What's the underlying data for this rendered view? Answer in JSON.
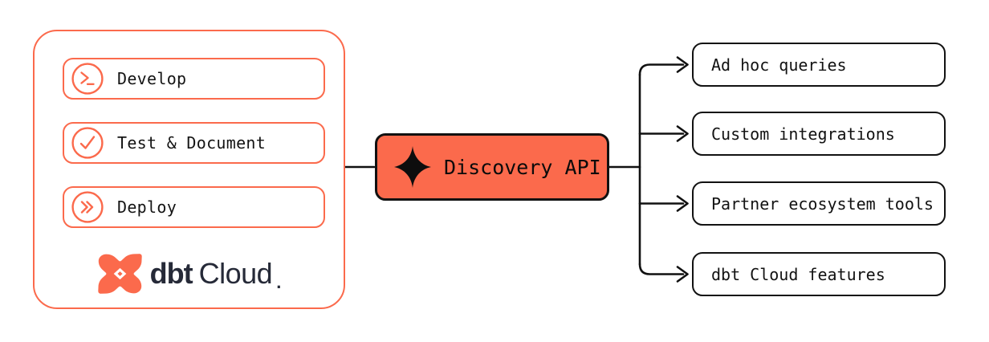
{
  "colors": {
    "coral": "#FB6A4C",
    "line_black": "#111111",
    "text_black": "#121212",
    "logo_navy": "#262A38",
    "background": "#FFFFFF"
  },
  "dbt_cloud_panel": {
    "stages": [
      {
        "label": "Develop",
        "icon": "terminal-prompt-icon"
      },
      {
        "label": "Test & Document",
        "icon": "check-circle-icon"
      },
      {
        "label": "Deploy",
        "icon": "double-chevron-icon"
      }
    ],
    "logo": {
      "text_bold": "dbt",
      "text_regular": "Cloud",
      "trademark": "."
    }
  },
  "api_node": {
    "label": "Discovery API",
    "icon": "sparkle-icon"
  },
  "consumers": [
    {
      "label": "Ad hoc queries"
    },
    {
      "label": "Custom integrations"
    },
    {
      "label": "Partner ecosystem tools"
    },
    {
      "label": "dbt Cloud features"
    }
  ]
}
